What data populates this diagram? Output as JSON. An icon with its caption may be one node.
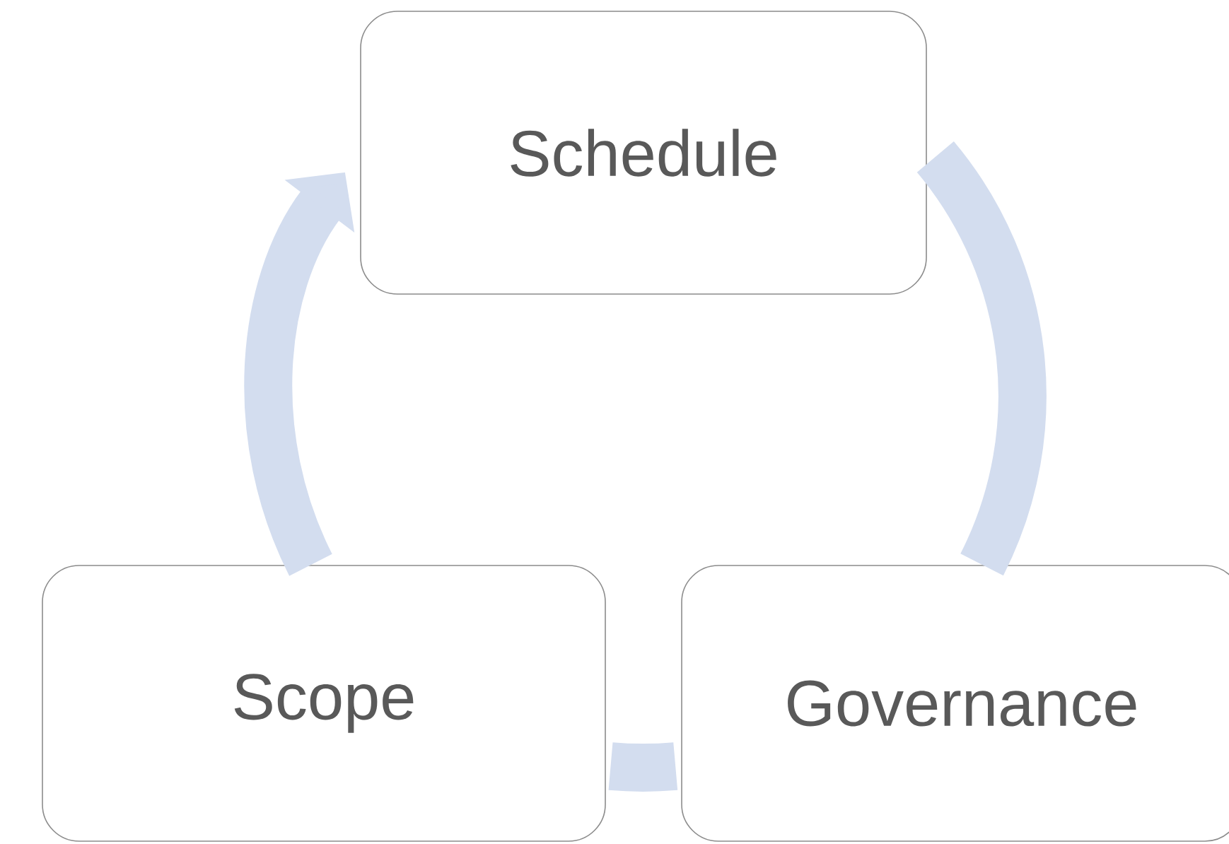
{
  "diagram": {
    "nodes": [
      {
        "text": [
          "Schedule"
        ]
      },
      {
        "text": [
          "Scope"
        ]
      },
      {
        "text": [
          "Governance"
        ]
      }
    ],
    "edges": [
      {
        "from": 1,
        "to": 0,
        "arrow": "to"
      },
      {
        "from": 0,
        "to": 2,
        "arrow": "none"
      },
      {
        "from": 2,
        "to": 1,
        "arrow": "none"
      }
    ]
  }
}
